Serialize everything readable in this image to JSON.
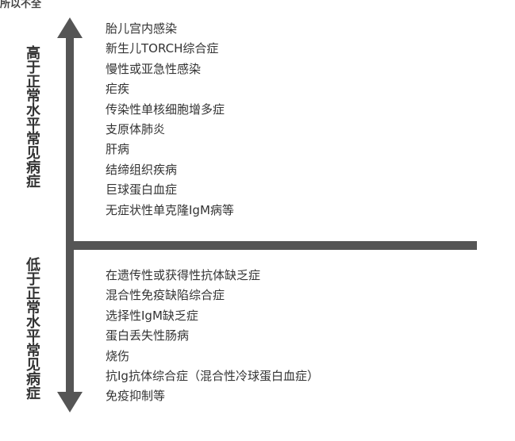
{
  "top_fragment": "所以不全",
  "high_section": {
    "label": "高于正常水平常见病症",
    "items": [
      "胎儿宫内感染",
      "新生儿TORCH综合症",
      "慢性或亚急性感染",
      "疟疾",
      "传染性单核细胞增多症",
      "支原体肺炎",
      "肝病",
      "结缔组织疾病",
      "巨球蛋白血症",
      "无症状性单克隆IgM病等"
    ]
  },
  "low_section": {
    "label": "低于正常水平常见病症",
    "items": [
      "在遗传性或获得性抗体缺乏症",
      "混合性免疫缺陷综合症",
      "选择性IgM缺乏症",
      "蛋白丢失性肠病",
      "烧伤",
      "抗Ig抗体综合症（混合性冷球蛋白血症）",
      "免疫抑制等"
    ]
  },
  "colors": {
    "axis": "#555555",
    "text": "#333333"
  }
}
